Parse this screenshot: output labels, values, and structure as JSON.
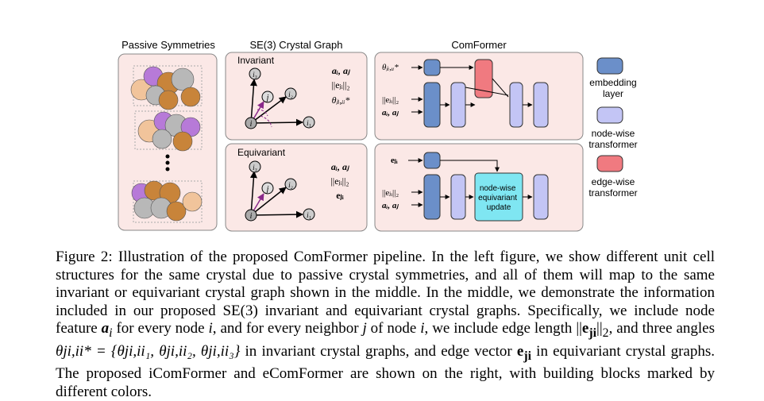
{
  "figure": {
    "panels": {
      "passive_title": "Passive Symmetries",
      "graph_title": "SE(3) Crystal Graph",
      "comformer_title": "ComFormer",
      "invariant_label": "Invariant",
      "equivariant_label": "Equivariant"
    },
    "graph_nodes": {
      "i": "i",
      "j": "j",
      "i1": "i₁",
      "i2": "i₂",
      "i3": "i₃"
    },
    "invariant_features": {
      "line1": "aᵢ, aⱼ",
      "line2": "||eⱼᵢ||₂",
      "line3": "θⱼᵢ,ᵢᵢ*"
    },
    "equivariant_features": {
      "line1": "aᵢ, aⱼ",
      "line2": "||eⱼᵢ||₂",
      "line3": "eⱼᵢ"
    },
    "comformer_inputs": {
      "top_theta": "θⱼᵢ,ᵢᵢ*",
      "top_len": "||eⱼᵢ||₂",
      "top_a": "aᵢ, aⱼ",
      "bottom_e": "eⱼᵢ",
      "bottom_len": "||eⱼᵢ||₂",
      "bottom_a": "aᵢ, aⱼ"
    },
    "update_block": "node-wise equivariant update",
    "legend": [
      {
        "label": "embedding layer",
        "color": "#6b8fc9"
      },
      {
        "label": "node-wise transformer",
        "color": "#c3c5f5"
      },
      {
        "label": "edge-wise transformer",
        "color": "#f07a80"
      }
    ],
    "colors": {
      "panel_fill": "#fbe8e6",
      "update_fill": "#7fe6f2",
      "atom_gray": "#b8b8b8",
      "atom_orange": "#c8843a",
      "atom_purple": "#b77ad8",
      "atom_peach": "#f1c49b"
    }
  },
  "caption": {
    "label": "Figure 2:",
    "s1": " Illustration of the proposed ComFormer pipeline. In the left figure, we show different unit cell structures for the same crystal due to passive crystal symmetries, and all of them will map to the same invariant or equivariant crystal graph shown in the middle. In the middle, we demonstrate the information included in our proposed SE(3) invariant and equivariant crystal graphs. Specifically, we include node feature ",
    "ai": "a",
    "ai_sub": "i",
    "s2": " for every node ",
    "i": "i",
    "s3": ", and for every neighbor ",
    "j": "j",
    "s4": " of node ",
    "i2": "i",
    "s5": ", we include edge length ",
    "len_open": "||",
    "eji": "e",
    "eji_sub": "ji",
    "len_close": "||",
    "len_sub": "2",
    "s6": ", and three angles ",
    "theta_expr": "θji,ii* = {θji,ii₁, θji,ii₂, θji,ii₃}",
    "s7": " in invariant crystal graphs, and edge vector ",
    "eji2": "e",
    "eji2_sub": "ji",
    "s8": " in equivariant crystal graphs. The proposed iComFormer and eComFormer are shown on the right, with building blocks marked by different colors."
  }
}
